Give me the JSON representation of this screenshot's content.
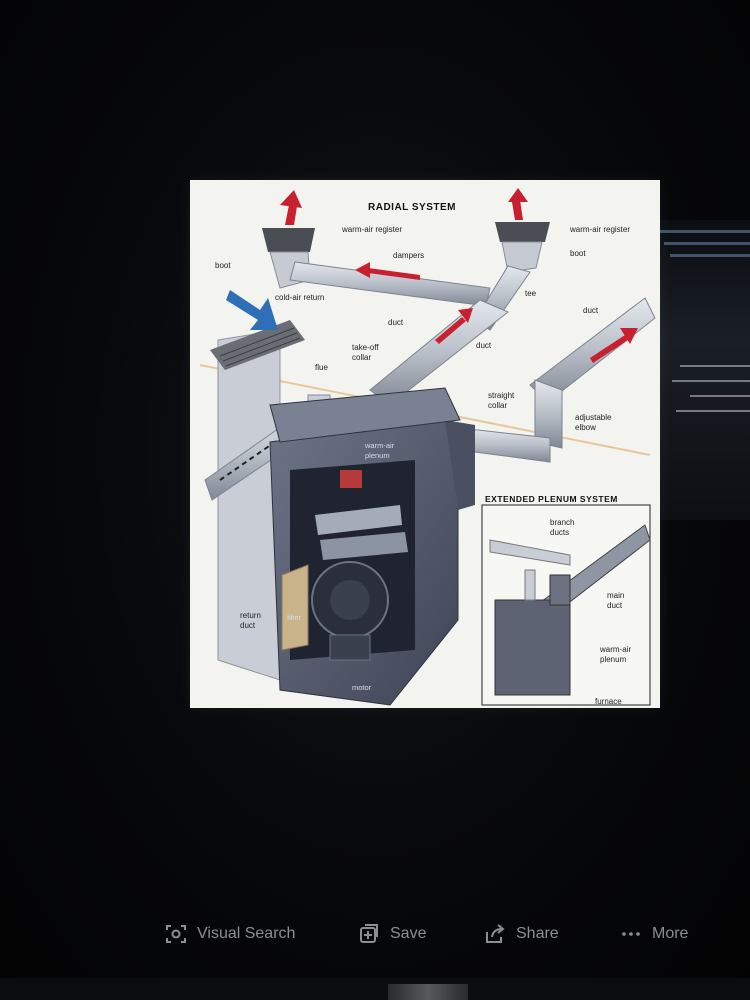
{
  "diagram": {
    "title": "RADIAL SYSTEM",
    "labels": {
      "warm_air_register_left": "warm-air register",
      "warm_air_register_right": "warm-air register",
      "boot_left": "boot",
      "boot_right": "boot",
      "dampers": "dampers",
      "cold_air_return": "cold-air return",
      "tee": "tee",
      "duct_top": "duct",
      "duct_middle": "duct",
      "duct_right": "duct",
      "take_off_collar_1": "take-off",
      "take_off_collar_2": "collar",
      "flue": "flue",
      "straight_collar_1": "straight",
      "straight_collar_2": "collar",
      "adjustable_elbow_1": "adjustable",
      "adjustable_elbow_2": "elbow",
      "warm_air_plenum_1": "warm-air",
      "warm_air_plenum_2": "plenum",
      "return_duct_1": "return",
      "return_duct_2": "duct",
      "filter": "filter",
      "motor": "motor"
    },
    "inset": {
      "title": "EXTENDED PLENUM SYSTEM",
      "branch_ducts_1": "branch",
      "branch_ducts_2": "ducts",
      "main_duct_1": "main",
      "main_duct_2": "duct",
      "warm_air_plenum_1": "warm-air",
      "warm_air_plenum_2": "plenum",
      "furnace": "furnace"
    }
  },
  "actions": {
    "visual_search": "Visual Search",
    "save": "Save",
    "share": "Share",
    "more": "More"
  },
  "icons": {
    "visual_search": "visual-search-icon",
    "save": "save-icon",
    "share": "share-icon",
    "more": "more-dots-icon"
  },
  "colors": {
    "arrow": "#c8202e",
    "duct": "#b9bfc8",
    "furnace": "#5f6677",
    "action_text": "#8a8f96"
  }
}
